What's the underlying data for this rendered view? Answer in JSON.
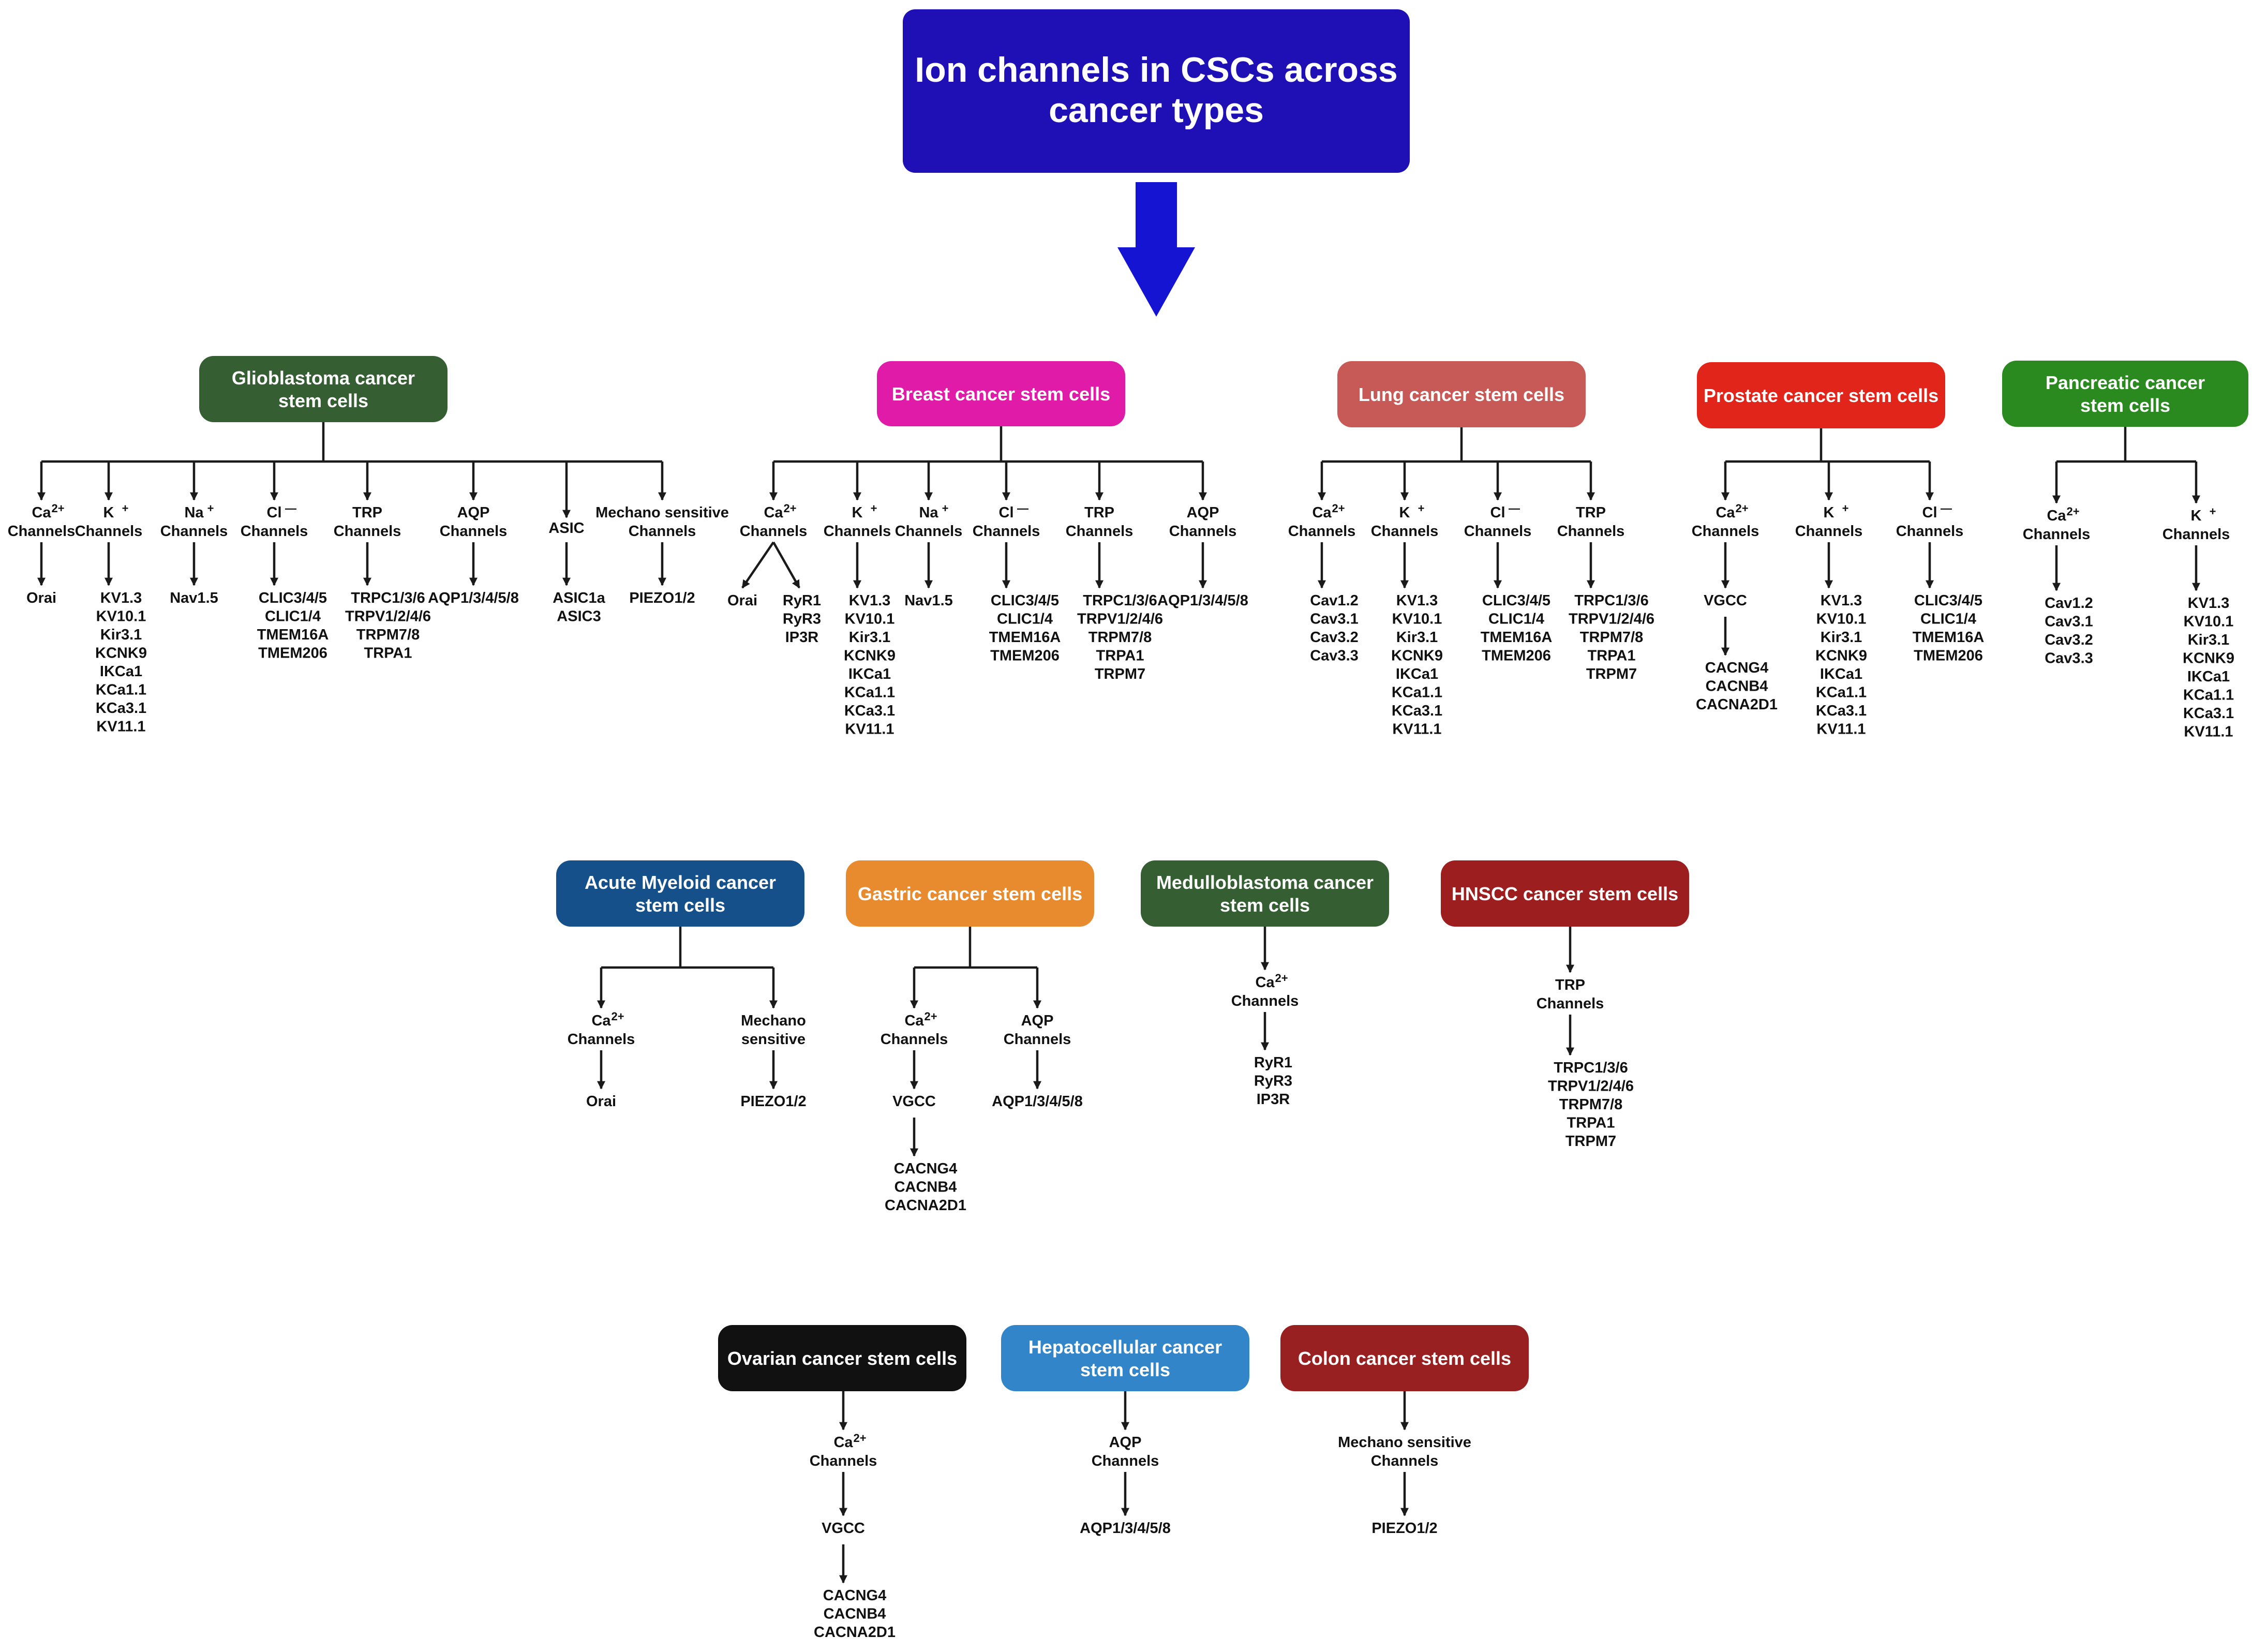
{
  "title": {
    "lines": [
      "Ion channels in CSCs across",
      "cancer types"
    ],
    "color": "#1e10b4"
  },
  "arrow_color": "#1414d2",
  "groups": [
    {
      "id": "glioblastoma",
      "label": [
        "Glioblastoma cancer",
        "stem cells"
      ],
      "color": "#355e33",
      "channels": [
        {
          "name": [
            "Ca",
            "Channels"
          ],
          "ion": "2+",
          "members": [
            [
              "Orai"
            ]
          ]
        },
        {
          "name": [
            "K",
            "Channels"
          ],
          "ion": "+",
          "members": [
            [
              "KV1.3",
              "KV10.1",
              "Kir3.1",
              "KCNK9",
              "IKCa1",
              "KCa1.1",
              "KCa3.1",
              "KV11.1"
            ]
          ]
        },
        {
          "name": [
            "Na",
            "Channels"
          ],
          "ion": "+",
          "members": [
            [
              "Nav1.5"
            ]
          ]
        },
        {
          "name": [
            "Cl",
            "Channels"
          ],
          "ion": "—",
          "members": [
            [
              "CLIC3/4/5",
              "CLIC1/4",
              "TMEM16A",
              "TMEM206"
            ]
          ]
        },
        {
          "name": [
            "TRP",
            "Channels"
          ],
          "members": [
            [
              "TRPC1/3/6",
              "TRPV1/2/4/6",
              "TRPM7/8",
              "TRPA1"
            ]
          ]
        },
        {
          "name": [
            "AQP",
            "Channels"
          ],
          "members": [
            [
              "AQP1/3/4/5/8"
            ]
          ]
        },
        {
          "name": [
            "ASIC"
          ],
          "members": [
            [
              "ASIC1a",
              "ASIC3"
            ]
          ]
        },
        {
          "name": [
            "Mechano sensitive",
            "Channels"
          ],
          "members": [
            [
              "PIEZO1/2"
            ]
          ]
        }
      ]
    },
    {
      "id": "breast",
      "label": [
        "Breast cancer stem cells"
      ],
      "color": "#e01ba8",
      "channels": [
        {
          "name": [
            "Ca",
            "Channels"
          ],
          "ion": "2+",
          "members": [
            [
              "Orai"
            ],
            [
              "RyR1",
              "RyR3",
              "IP3R"
            ]
          ]
        },
        {
          "name": [
            "K",
            "Channels"
          ],
          "ion": "+",
          "members": [
            [
              "KV1.3",
              "KV10.1",
              "Kir3.1",
              "KCNK9",
              "IKCa1",
              "KCa1.1",
              "KCa3.1",
              "KV11.1"
            ]
          ]
        },
        {
          "name": [
            "Na",
            "Channels"
          ],
          "ion": "+",
          "members": [
            [
              "Nav1.5"
            ]
          ]
        },
        {
          "name": [
            "Cl",
            "Channels"
          ],
          "ion": "—",
          "members": [
            [
              "CLIC3/4/5",
              "CLIC1/4",
              "TMEM16A",
              "TMEM206"
            ]
          ]
        },
        {
          "name": [
            "TRP",
            "Channels"
          ],
          "members": [
            [
              "TRPC1/3/6",
              "TRPV1/2/4/6",
              "TRPM7/8",
              "TRPA1",
              "TRPM7"
            ]
          ]
        },
        {
          "name": [
            "AQP",
            "Channels"
          ],
          "members": [
            [
              "AQP1/3/4/5/8"
            ]
          ]
        }
      ]
    },
    {
      "id": "lung",
      "label": [
        "Lung cancer stem cells"
      ],
      "color": "#c75a57",
      "channels": [
        {
          "name": [
            "Ca",
            "Channels"
          ],
          "ion": "2+",
          "members": [
            [
              "Cav1.2",
              "Cav3.1",
              "Cav3.2",
              "Cav3.3"
            ]
          ]
        },
        {
          "name": [
            "K",
            "Channels"
          ],
          "ion": "+",
          "members": [
            [
              "KV1.3",
              "KV10.1",
              "Kir3.1",
              "KCNK9",
              "IKCa1",
              "KCa1.1",
              "KCa3.1",
              "KV11.1"
            ]
          ]
        },
        {
          "name": [
            "Cl",
            "Channels"
          ],
          "ion": "—",
          "members": [
            [
              "CLIC3/4/5",
              "CLIC1/4",
              "TMEM16A",
              "TMEM206"
            ]
          ]
        },
        {
          "name": [
            "TRP",
            "Channels"
          ],
          "members": [
            [
              "TRPC1/3/6",
              "TRPV1/2/4/6",
              "TRPM7/8",
              "TRPA1",
              "TRPM7"
            ]
          ]
        }
      ]
    },
    {
      "id": "prostate",
      "label": [
        "Prostate cancer stem cells"
      ],
      "color": "#e2251b",
      "channels": [
        {
          "name": [
            "Ca",
            "Channels"
          ],
          "ion": "2+",
          "steps": [
            [
              "VGCC"
            ],
            [
              "CACNG4",
              "CACNB4",
              "CACNA2D1"
            ]
          ]
        },
        {
          "name": [
            "K",
            "Channels"
          ],
          "ion": "+",
          "members": [
            [
              "KV1.3",
              "KV10.1",
              "Kir3.1",
              "KCNK9",
              "IKCa1",
              "KCa1.1",
              "KCa3.1",
              "KV11.1"
            ]
          ]
        },
        {
          "name": [
            "Cl",
            "Channels"
          ],
          "ion": "—",
          "members": [
            [
              "CLIC3/4/5",
              "CLIC1/4",
              "TMEM16A",
              "TMEM206"
            ]
          ]
        }
      ]
    },
    {
      "id": "pancreatic",
      "label": [
        "Pancreatic cancer",
        "stem cells"
      ],
      "color": "#2b8a1f",
      "channels": [
        {
          "name": [
            "Ca",
            "Channels"
          ],
          "ion": "2+",
          "members": [
            [
              "Cav1.2",
              "Cav3.1",
              "Cav3.2",
              "Cav3.3"
            ]
          ]
        },
        {
          "name": [
            "K",
            "Channels"
          ],
          "ion": "+",
          "members": [
            [
              "KV1.3",
              "KV10.1",
              "Kir3.1",
              "KCNK9",
              "IKCa1",
              "KCa1.1",
              "KCa3.1",
              "KV11.1"
            ]
          ]
        }
      ]
    },
    {
      "id": "aml",
      "label": [
        "Acute Myeloid cancer",
        "stem cells"
      ],
      "color": "#16508a",
      "channels": [
        {
          "name": [
            "Ca",
            "Channels"
          ],
          "ion": "2+",
          "members": [
            [
              "Orai"
            ]
          ]
        },
        {
          "name": [
            "Mechano",
            "sensitive"
          ],
          "members": [
            [
              "PIEZO1/2"
            ]
          ]
        }
      ]
    },
    {
      "id": "gastric",
      "label": [
        "Gastric cancer stem cells"
      ],
      "color": "#e88a2e",
      "channels": [
        {
          "name": [
            "Ca",
            "Channels"
          ],
          "ion": "2+",
          "steps": [
            [
              "VGCC"
            ],
            [
              "CACNG4",
              "CACNB4",
              "CACNA2D1"
            ]
          ]
        },
        {
          "name": [
            "AQP",
            "Channels"
          ],
          "members": [
            [
              "AQP1/3/4/5/8"
            ]
          ]
        }
      ]
    },
    {
      "id": "medulloblastoma",
      "label": [
        "Medulloblastoma cancer",
        "stem cells"
      ],
      "color": "#355e33",
      "channels": [
        {
          "name": [
            "Ca",
            "Channels"
          ],
          "ion": "2+",
          "members": [
            [
              "RyR1",
              "RyR3",
              "IP3R"
            ]
          ]
        }
      ]
    },
    {
      "id": "hnscc",
      "label": [
        "HNSCC cancer stem cells"
      ],
      "color": "#9c1e1e",
      "channels": [
        {
          "name": [
            "TRP",
            "Channels"
          ],
          "members": [
            [
              "TRPC1/3/6",
              "TRPV1/2/4/6",
              "TRPM7/8",
              "TRPA1",
              "TRPM7"
            ]
          ]
        }
      ]
    },
    {
      "id": "ovarian",
      "label": [
        "Ovarian cancer stem cells"
      ],
      "color": "#111111",
      "channels": [
        {
          "name": [
            "Ca",
            "Channels"
          ],
          "ion": "2+",
          "steps": [
            [
              "VGCC"
            ],
            [
              "CACNG4",
              "CACNB4",
              "CACNA2D1"
            ]
          ]
        }
      ]
    },
    {
      "id": "hepatocellular",
      "label": [
        "Hepatocellular cancer",
        "stem cells"
      ],
      "color": "#3385c9",
      "channels": [
        {
          "name": [
            "AQP",
            "Channels"
          ],
          "members": [
            [
              "AQP1/3/4/5/8"
            ]
          ]
        }
      ]
    },
    {
      "id": "colon",
      "label": [
        "Colon cancer stem cells"
      ],
      "color": "#992020",
      "channels": [
        {
          "name": [
            "Mechano sensitive",
            "Channels"
          ],
          "members": [
            [
              "PIEZO1/2"
            ]
          ]
        }
      ]
    }
  ]
}
